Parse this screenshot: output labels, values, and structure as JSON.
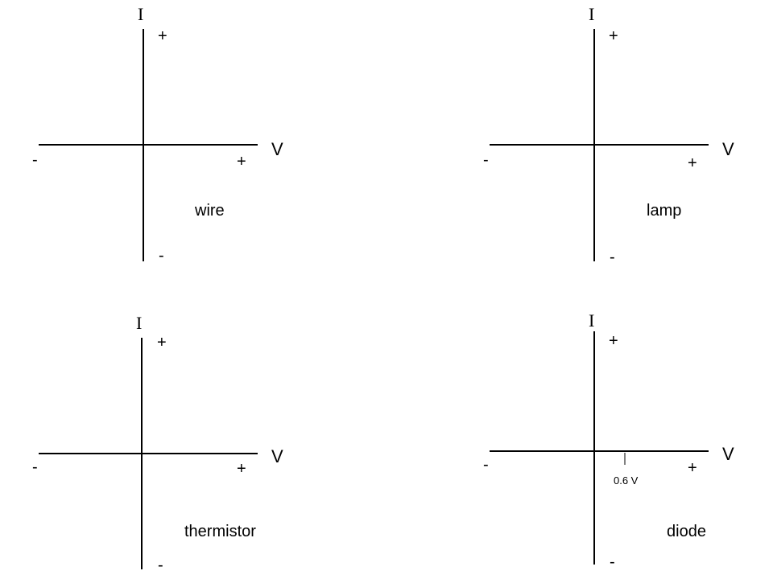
{
  "graphs": [
    {
      "caption": "wire",
      "x_axis_label": "V",
      "y_axis_label": "I",
      "x_positive": "+",
      "x_negative": "-",
      "y_positive": "+",
      "y_negative": "-"
    },
    {
      "caption": "lamp",
      "x_axis_label": "V",
      "y_axis_label": "I",
      "x_positive": "+",
      "x_negative": "-",
      "y_positive": "+",
      "y_negative": "-"
    },
    {
      "caption": "thermistor",
      "x_axis_label": "V",
      "y_axis_label": "I",
      "x_positive": "+",
      "x_negative": "-",
      "y_positive": "+",
      "y_negative": "-"
    },
    {
      "caption": "diode",
      "x_axis_label": "V",
      "y_axis_label": "I",
      "x_positive": "+",
      "x_negative": "-",
      "y_positive": "+",
      "y_negative": "-",
      "threshold_label": "0.6 V"
    }
  ]
}
